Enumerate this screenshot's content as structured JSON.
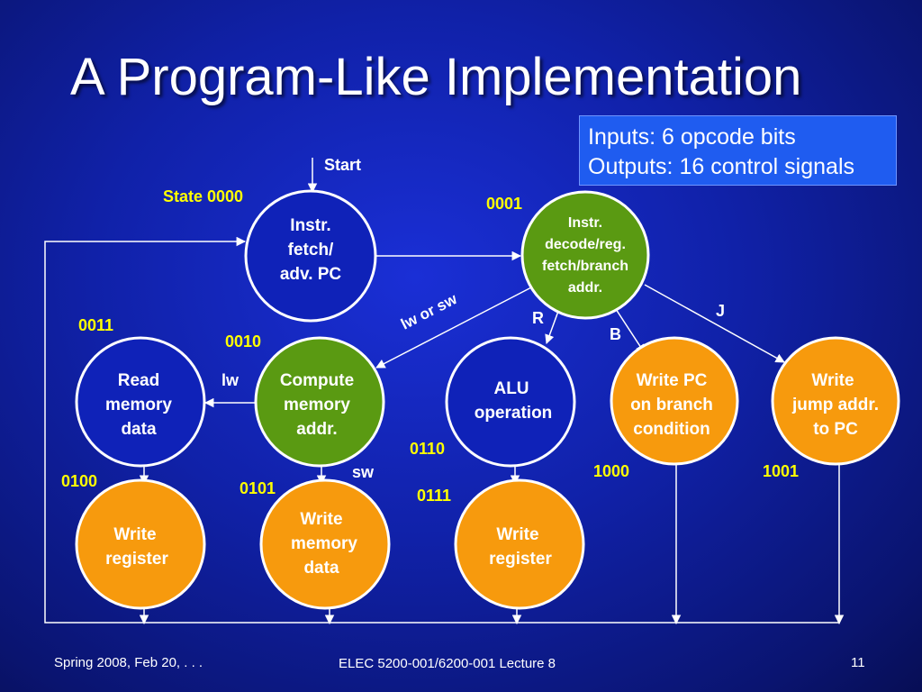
{
  "title": "A Program-Like Implementation",
  "io_box": {
    "inputs": "Inputs: 6 opcode bits",
    "outputs": "Outputs: 16 control signals"
  },
  "colors": {
    "white_state": "#0f22b8",
    "green_state": "#5a9a12",
    "orange_state": "#f79a0d",
    "label_yellow": "#ffff00"
  },
  "start_label": "Start",
  "state_labels": {
    "s0000": "State 0000",
    "s0001": "0001",
    "s0010": "0010",
    "s0011": "0011",
    "s0100": "0100",
    "s0101": "0101",
    "s0110": "0110",
    "s0111": "0111",
    "s1000": "1000",
    "s1001": "1001"
  },
  "states": {
    "fetch": [
      "Instr.",
      "fetch/",
      "adv. PC"
    ],
    "decode": [
      "Instr.",
      "decode/reg.",
      "fetch/branch",
      "addr."
    ],
    "read_mem": [
      "Read",
      "memory",
      "data"
    ],
    "compute": [
      "Compute",
      "memory",
      "addr."
    ],
    "alu": [
      "ALU",
      "operation"
    ],
    "write_pc": [
      "Write PC",
      "on branch",
      "condition"
    ],
    "write_jump": [
      "Write",
      "jump addr.",
      "to PC"
    ],
    "write_reg_lw": [
      "Write",
      "register"
    ],
    "write_mem": [
      "Write",
      "memory",
      "data"
    ],
    "write_reg_r": [
      "Write",
      "register"
    ]
  },
  "transitions": {
    "lw_or_sw": "lw or sw",
    "r": "R",
    "b": "B",
    "j": "J",
    "lw": "lw",
    "sw": "sw"
  },
  "footer": {
    "left": "Spring 2008, Feb 20, . . .",
    "center": "ELEC 5200-001/6200-001 Lecture 8",
    "page": "11"
  }
}
